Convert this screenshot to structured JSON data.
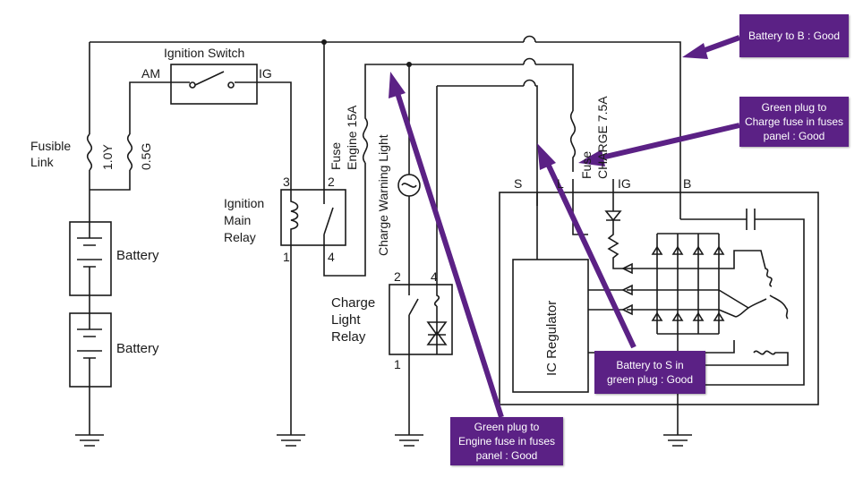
{
  "colors": {
    "callout_bg": "#5b2185",
    "callout_text": "#ffffff",
    "arrow": "#5b2185",
    "wire": "#1a1a1a"
  },
  "labels": {
    "ignition_switch": "Ignition Switch",
    "am": "AM",
    "ig_switch": "IG",
    "fusible": "Fusible",
    "link": "Link",
    "fuse_1_0y": "1.0Y",
    "fuse_0_5g": "0.5G",
    "battery_top": "Battery",
    "battery_bottom": "Battery",
    "relay_ignition_line1": "Ignition",
    "relay_ignition_line2": "Main",
    "relay_ignition_line3": "Relay",
    "pin3": "3",
    "pin2": "2",
    "pin1": "1",
    "pin4": "4",
    "fuse_engine_line1": "Fuse",
    "fuse_engine_line2": "Engine 15A",
    "charge_warning_light": "Charge Warning Light",
    "charge_relay_line1": "Charge",
    "charge_relay_line2": "Light",
    "charge_relay_line3": "Relay",
    "cr_pin2": "2",
    "cr_pin4": "4",
    "cr_pin1": "1",
    "fuse_charge_line1": "Fuse",
    "fuse_charge_line2": "CHARGE 7.5A",
    "term_s": "S",
    "term_l": "L",
    "term_ig": "IG",
    "term_b": "B",
    "ic_regulator": "IC Regulator"
  },
  "callouts": {
    "battery_to_b": "Battery to B : Good",
    "charge_fuse": "Green plug to Charge fuse in fuses panel : Good",
    "battery_to_s": "Battery to S in green plug : Good",
    "engine_fuse": "Green plug to Engine fuse in fuses panel : Good"
  }
}
